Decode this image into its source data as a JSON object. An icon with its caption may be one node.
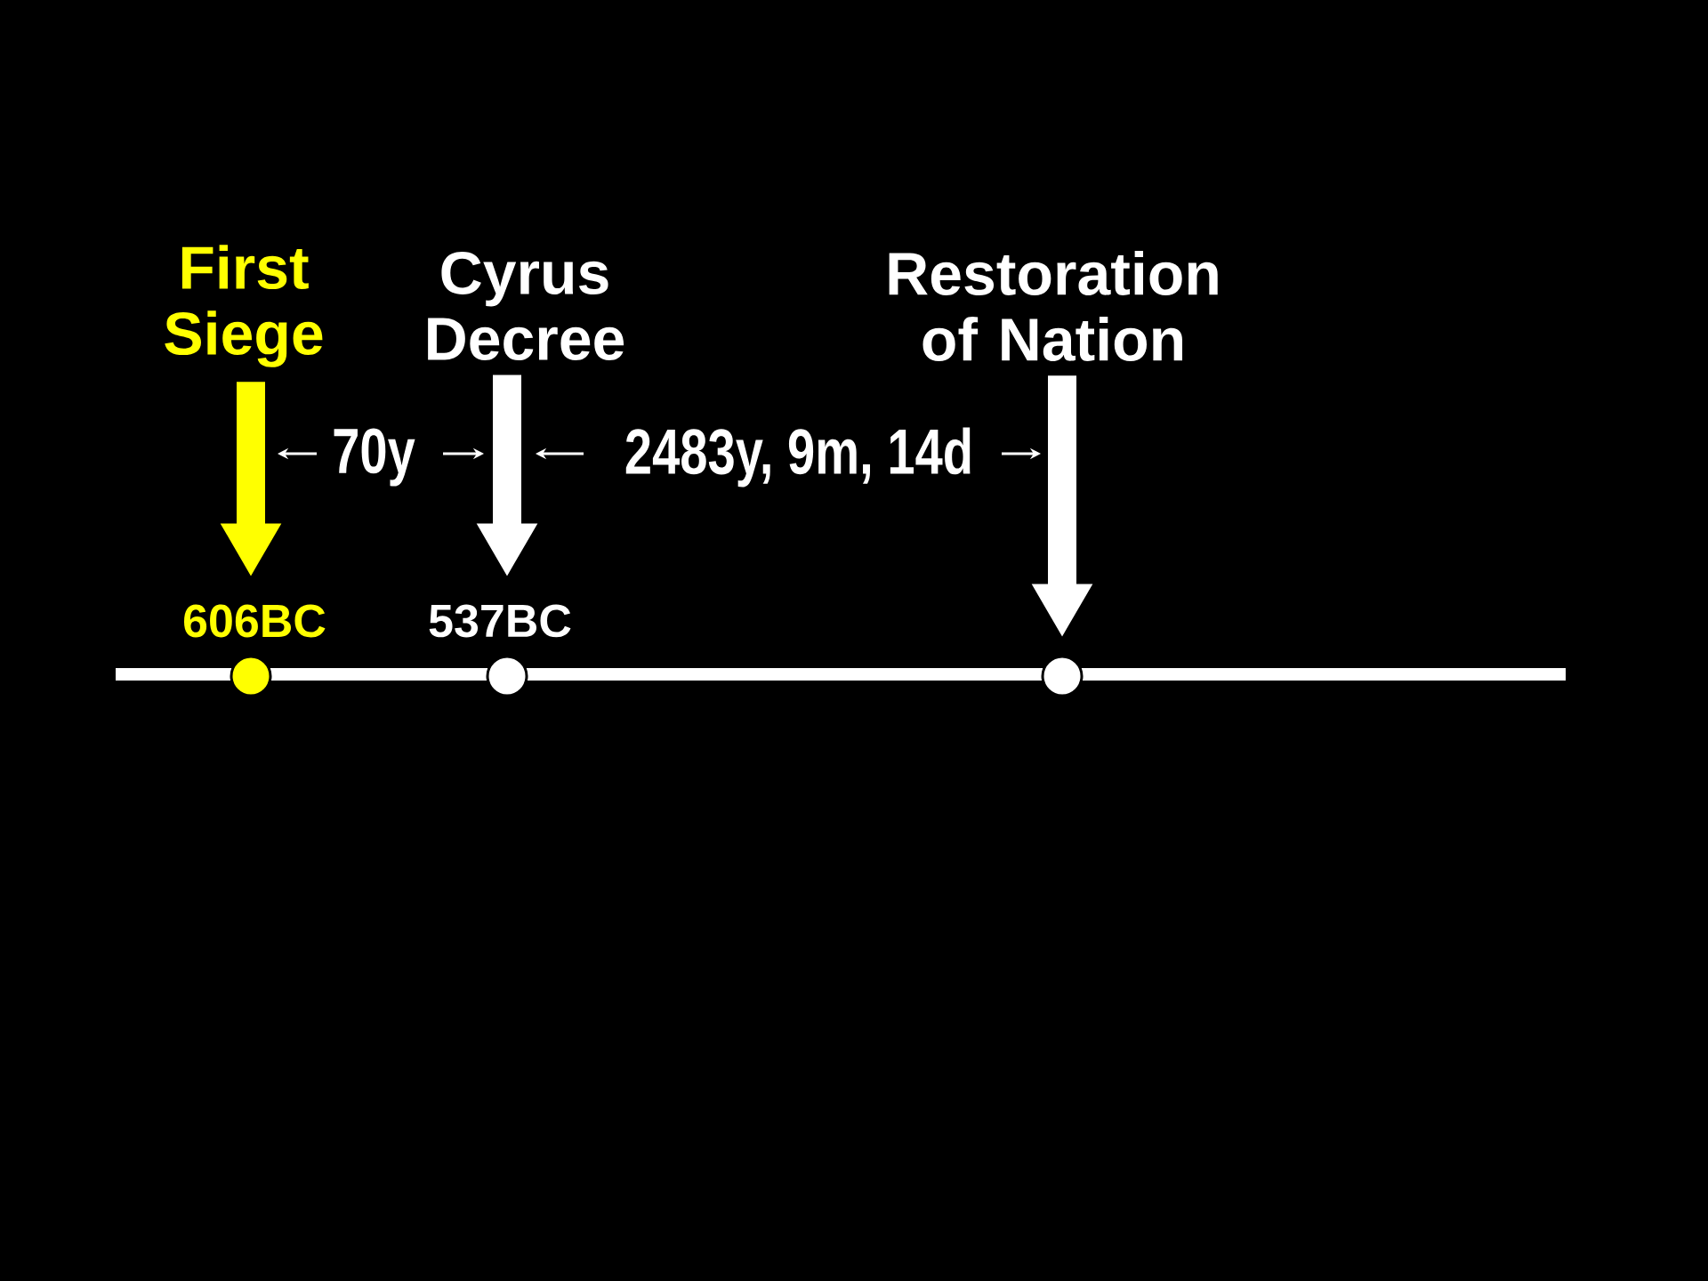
{
  "diagram": {
    "nodes": [
      {
        "text": [
          "First Siege"
        ]
      },
      {
        "text": [
          "Cyrus Decree"
        ]
      },
      {
        "text": [
          "Restoration of Nation"
        ]
      },
      {
        "text": [],
        "shape": "circle",
        "beside": [
          "606BC"
        ]
      },
      {
        "text": [],
        "shape": "circle",
        "beside": [
          "537BC"
        ]
      },
      {
        "text": [],
        "shape": "circle"
      }
    ],
    "edges": [
      {
        "from": 0,
        "to": 3,
        "arrow": "to",
        "color": "#ffff00"
      },
      {
        "from": 1,
        "to": 4,
        "arrow": "to"
      },
      {
        "from": 2,
        "to": 5,
        "arrow": "to"
      }
    ],
    "labels": [
      "70y",
      "2483y, 9m, 14d"
    ]
  }
}
